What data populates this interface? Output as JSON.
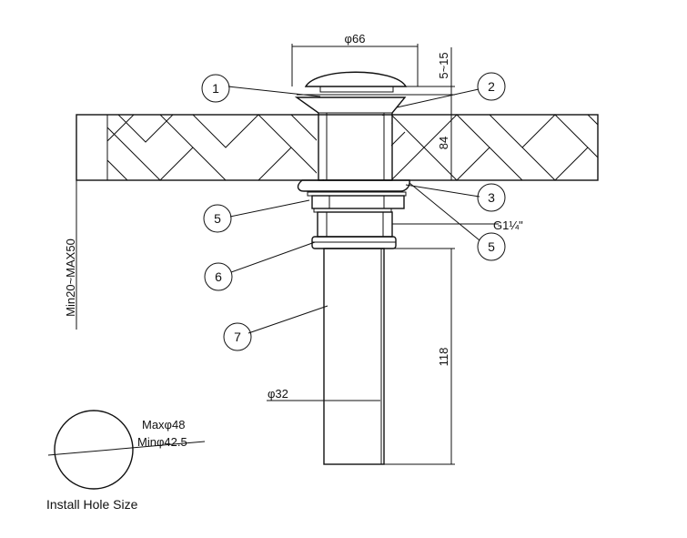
{
  "dimensions": {
    "cap_diameter": "φ66",
    "cap_height": "5~15",
    "counter_thickness": "84",
    "thread": "G1¼\"",
    "counter_range": "Min20~MAX50",
    "tail_length": "118",
    "tail_diameter": "φ32"
  },
  "callouts": {
    "c1": "1",
    "c2": "2",
    "c3": "3",
    "c5a": "5",
    "c5b": "5",
    "c6": "6",
    "c7": "7"
  },
  "hole": {
    "max": "Maxφ48",
    "min": "Minφ42.5",
    "caption": "Install Hole Size"
  }
}
